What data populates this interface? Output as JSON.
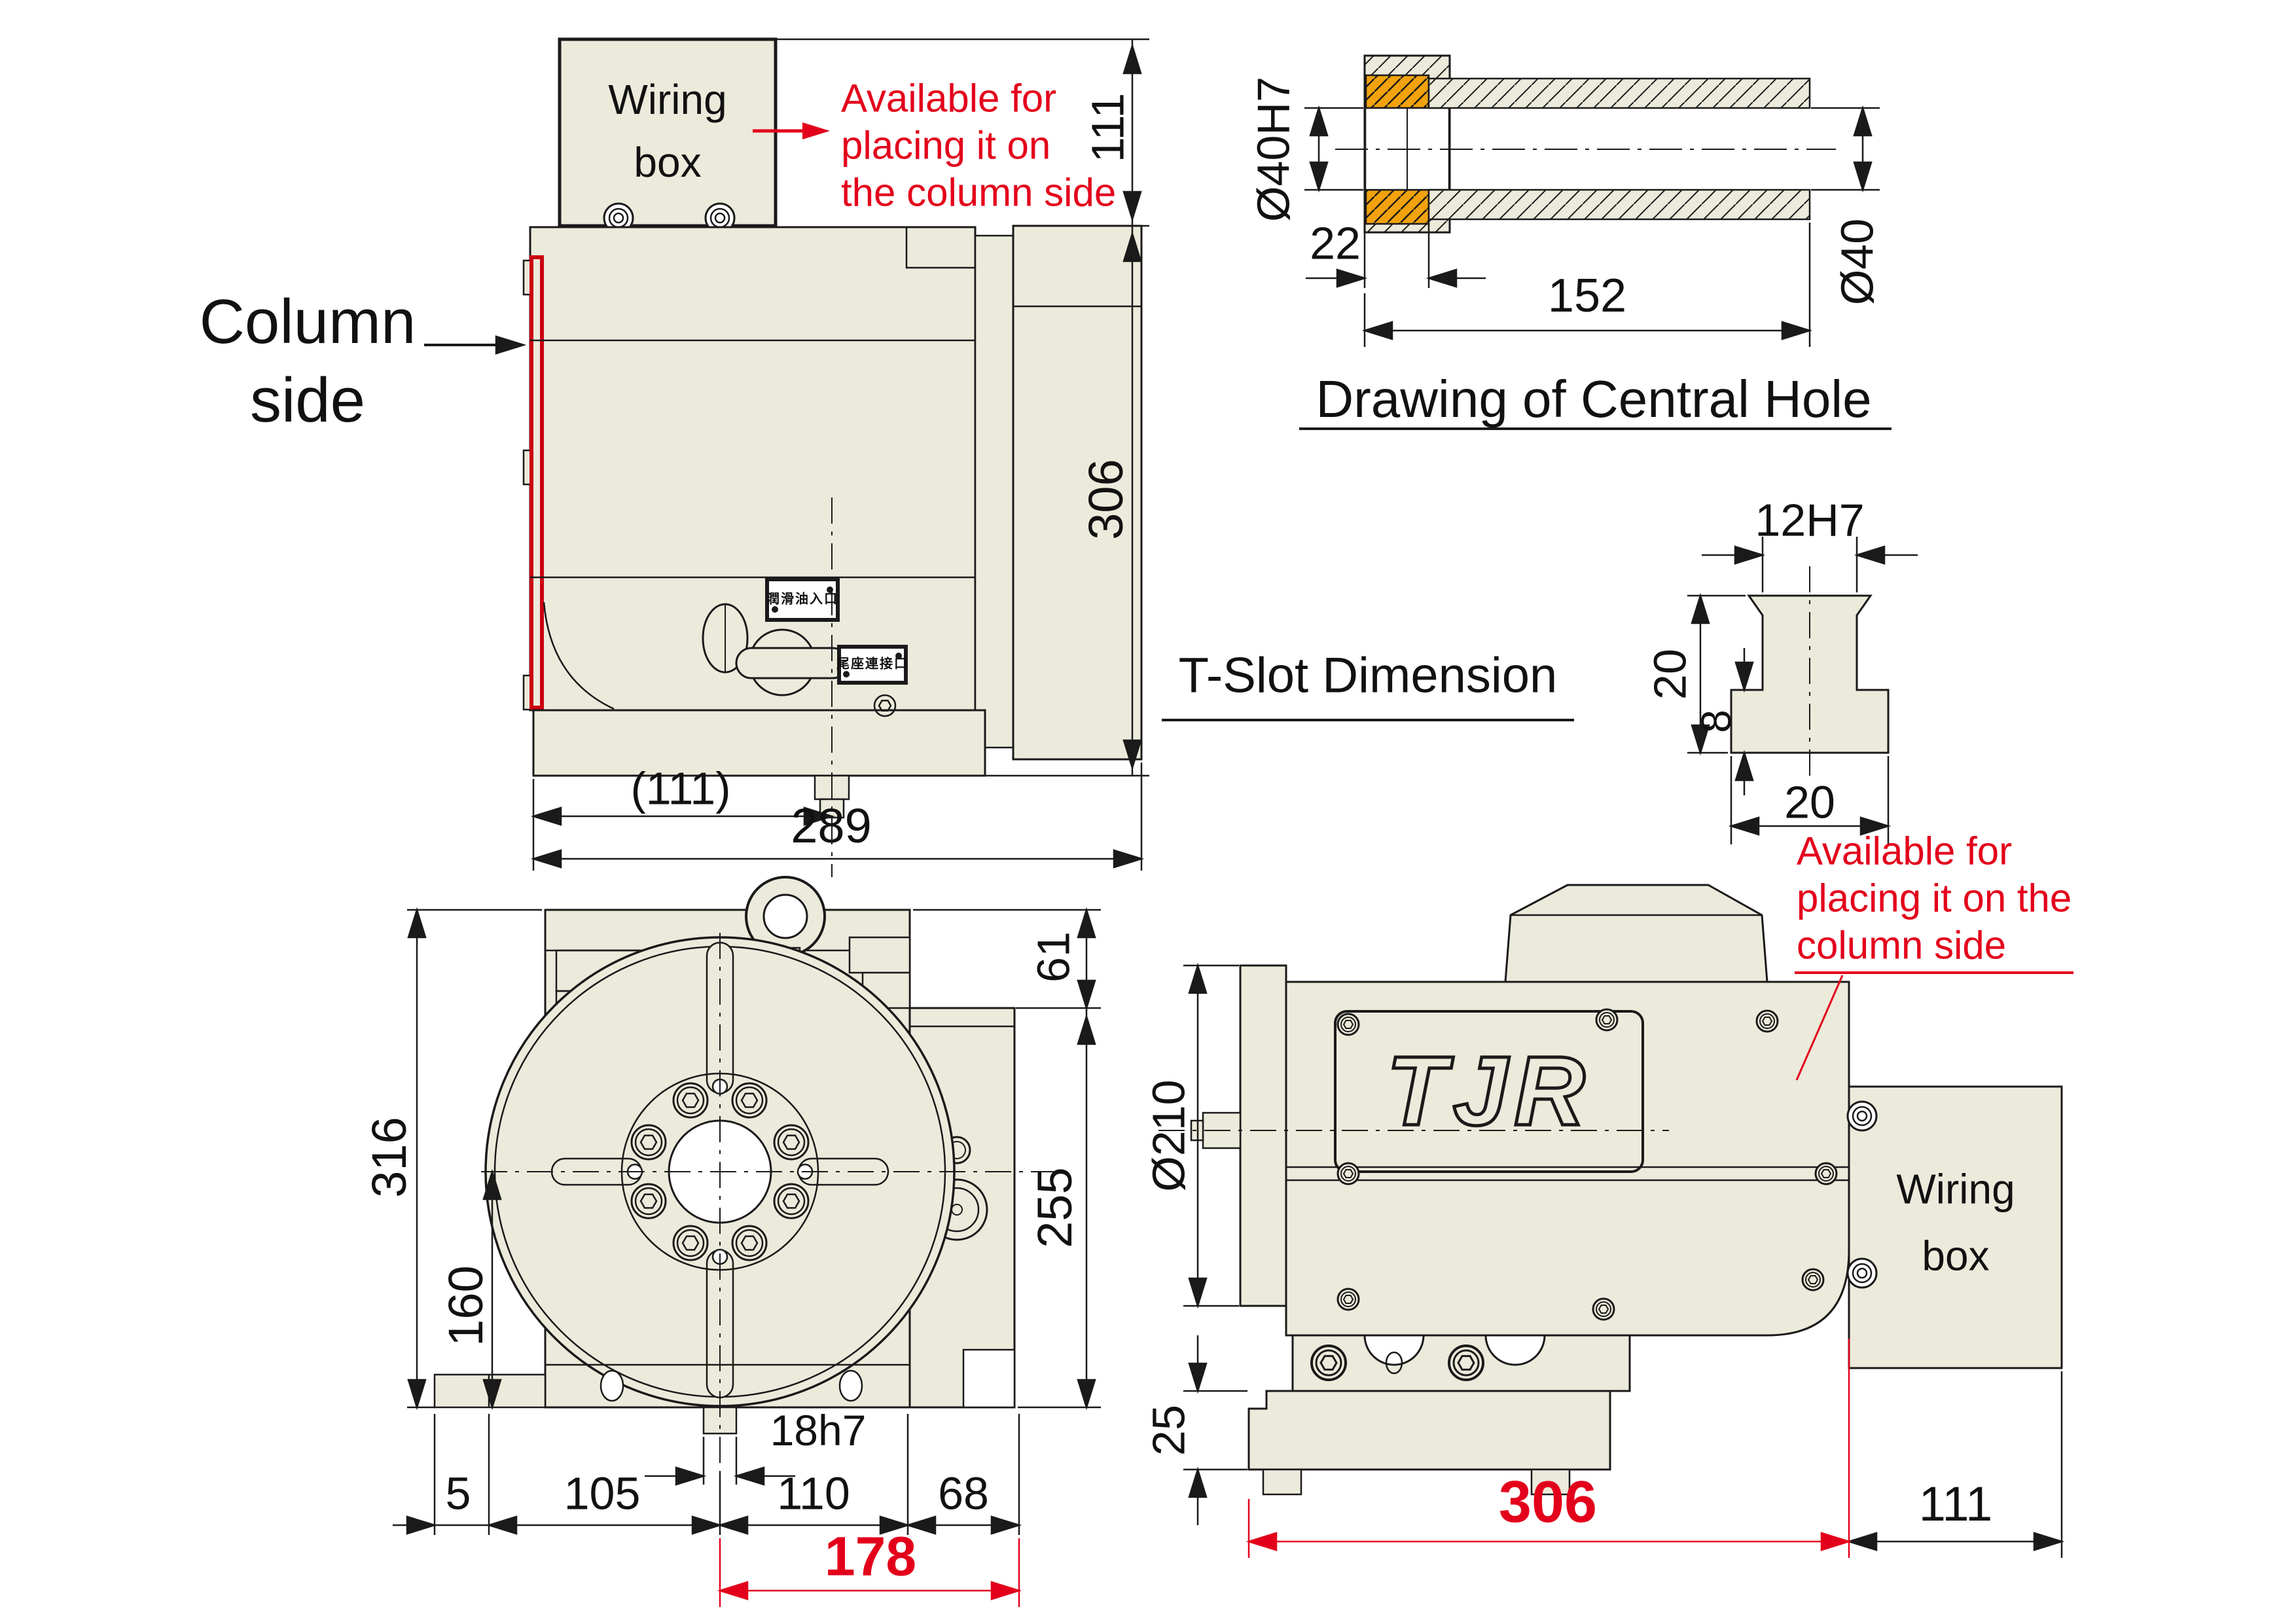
{
  "labels": {
    "column_side": "Column side",
    "wiring_box_top": "Wiring box",
    "wiring_box_right": "Wiring box",
    "note_top": [
      "Available for",
      "placing it on",
      "the column side"
    ],
    "note_bottom": [
      "Available for",
      "placing it on the",
      "column side"
    ],
    "central_hole_title": "Drawing of Central Hole",
    "t_slot_title": "T-Slot Dimension",
    "logo": "TJR",
    "plate_lube": "潤滑油入口",
    "plate_tailstock": "尾座連接口"
  },
  "dimensions": {
    "side_top_view": {
      "wiring_box_height": "111",
      "body_height": "306",
      "left_offset": "(111)",
      "body_width": "289"
    },
    "central_hole": {
      "bore": "Ø40H7",
      "bush_length": "22",
      "total_length": "152",
      "end_bore": "Ø40"
    },
    "t_slot": {
      "slot_width": "12H7",
      "total_height": "20",
      "base_height": "8",
      "base_width": "20"
    },
    "front_view": {
      "top_step": "61",
      "total_height": "316",
      "center_height": "160",
      "right_height": "255",
      "key": "18h7",
      "chain_1": "5",
      "chain_2": "105",
      "chain_3": "110",
      "chain_4": "68",
      "center_to_right": "178"
    },
    "side_bottom_view": {
      "flange_dia": "Ø210",
      "foot_height": "25",
      "body_length": "306",
      "wiring_width": "111"
    }
  },
  "colors": {
    "machine_fill": "#ECEADB",
    "line": "#1a1a1a",
    "accent_red": "#e3001b",
    "bushing_orange": "#F2A20D"
  }
}
